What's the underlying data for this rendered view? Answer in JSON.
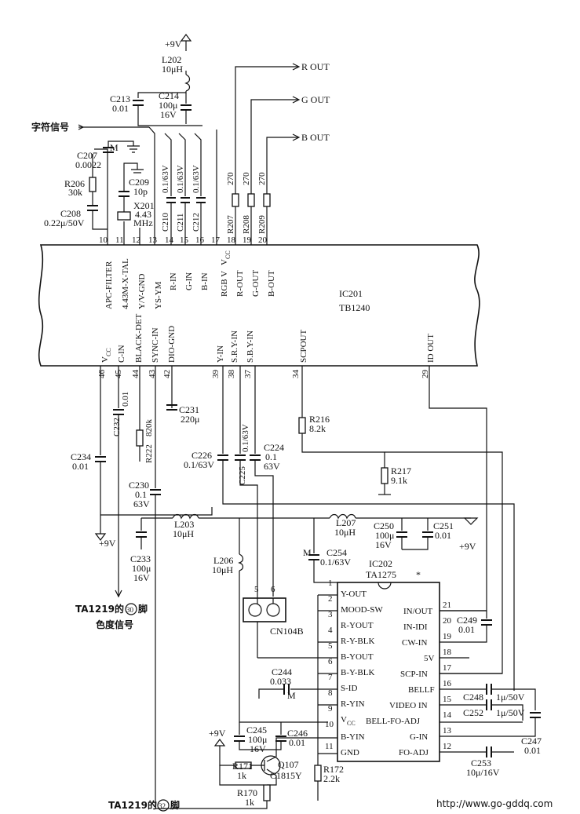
{
  "ic201": {
    "ref": "IC201",
    "part": "TB1240",
    "top_pins": [
      {
        "num": "10",
        "label": "APC-FILTER"
      },
      {
        "num": "11",
        "label": "4.43M-X-TAL"
      },
      {
        "num": "12",
        "label": "Y/V-GND"
      },
      {
        "num": "13",
        "label": "YS-YM"
      },
      {
        "num": "14",
        "label": "R-IN"
      },
      {
        "num": "15",
        "label": "G-IN"
      },
      {
        "num": "16",
        "label": "B-IN"
      },
      {
        "num": "17",
        "label": "RGB V"
      },
      {
        "num": "18",
        "label": "R-OUT"
      },
      {
        "num": "19",
        "label": "G-OUT"
      },
      {
        "num": "20",
        "label": "B-OUT"
      }
    ],
    "bottom_pins": [
      {
        "num": "46",
        "label": "V"
      },
      {
        "num": "45",
        "label": "C-IN"
      },
      {
        "num": "44",
        "label": "BLACK-DET"
      },
      {
        "num": "43",
        "label": "SYNC-IN"
      },
      {
        "num": "42",
        "label": "DIO-GND"
      },
      {
        "num": "39",
        "label": "Y-IN"
      },
      {
        "num": "38",
        "label": "S.R.Y-IN"
      },
      {
        "num": "37",
        "label": "S.B.Y-IN"
      },
      {
        "num": "34",
        "label": "SCPOUT"
      },
      {
        "num": "29",
        "label": "ID OUT"
      }
    ],
    "vcc_sub": "CC"
  },
  "ic202": {
    "ref": "IC202",
    "part": "TA1275",
    "star": "*",
    "left_pins": [
      {
        "num": "1",
        "label": "Y-OUT"
      },
      {
        "num": "2",
        "label": "MOOD-SW"
      },
      {
        "num": "3",
        "label": "R-YOUT"
      },
      {
        "num": "4",
        "label": "R-Y-BLK"
      },
      {
        "num": "5",
        "label": "B-YOUT"
      },
      {
        "num": "6",
        "label": "B-Y-BLK"
      },
      {
        "num": "7",
        "label": "S-ID"
      },
      {
        "num": "8",
        "label": "R-YIN"
      },
      {
        "num": "9",
        "label": "V"
      },
      {
        "num": "10",
        "label": "B-YIN"
      },
      {
        "num": "11",
        "label": "GND"
      }
    ],
    "right_pins": [
      {
        "num": "21",
        "label": "IN/OUT"
      },
      {
        "num": "20",
        "label": "IN-IDI"
      },
      {
        "num": "19",
        "label": "CW-IN"
      },
      {
        "num": "18",
        "label": "5V"
      },
      {
        "num": "17",
        "label": "SCP-IN"
      },
      {
        "num": "16",
        "label": "BELLF"
      },
      {
        "num": "15",
        "label": "VIDEO IN"
      },
      {
        "num": "14",
        "label": "BELL-FO-ADJ"
      },
      {
        "num": "13",
        "label": "G-IN"
      },
      {
        "num": "12",
        "label": "FO-ADJ"
      }
    ],
    "vcc_sub": "CC"
  },
  "labels": {
    "supply_top": "+9V",
    "supply_left": "+9V",
    "supply_right": "+9V",
    "supply_q": "+9V",
    "r_out": "R OUT",
    "g_out": "G OUT",
    "b_out": "B OUT",
    "char_signal": "字符信号",
    "chroma_note_1a": "TA1219的",
    "chroma_note_1b": "30",
    "chroma_note_1c": "脚",
    "chroma_note_2": "色度信号",
    "pin32_note_a": "TA1219的",
    "pin32_note_b": "32",
    "pin32_note_c": "脚",
    "m1": "M",
    "m2": "M",
    "m3": "M",
    "connector": "CN104B",
    "conn_pin5": "5",
    "conn_pin6": "6",
    "website": "http://www.go-gddq.com"
  },
  "components": {
    "L202": [
      "L202",
      "10μH"
    ],
    "C213": [
      "C213",
      "0.01"
    ],
    "C214": [
      "C214",
      "100μ",
      "16V"
    ],
    "C207": [
      "C207",
      "0.0022"
    ],
    "R206": [
      "R206",
      "30k"
    ],
    "C209": [
      "C209",
      "10p"
    ],
    "X201": [
      "X201",
      "4.43",
      "MHz"
    ],
    "C208": [
      "C208",
      "0.22μ/50V"
    ],
    "C210": [
      "C210",
      "0.1/63V"
    ],
    "C211": [
      "C211",
      "0.1/63V"
    ],
    "C212": [
      "C212",
      "0.1/63V"
    ],
    "R207": [
      "R207",
      "270"
    ],
    "R208": [
      "R208",
      "270"
    ],
    "R209": [
      "R209",
      "270"
    ],
    "C232": [
      "C232",
      "0.01"
    ],
    "C231": [
      "C231",
      "220μ"
    ],
    "R222": [
      "R222",
      "820k"
    ],
    "C234": [
      "C234",
      "0.01"
    ],
    "C230": [
      "C230",
      "0.1",
      "63V"
    ],
    "C226": [
      "C226",
      "0.1/63V"
    ],
    "C225": [
      "C225",
      "0.1/63V"
    ],
    "C224": [
      "C224",
      "0.1",
      "63V"
    ],
    "R216": [
      "R216",
      "8.2k"
    ],
    "R217": [
      "R217",
      "9.1k"
    ],
    "L203": [
      "L203",
      "10μH"
    ],
    "C233": [
      "C233",
      "100μ",
      "16V"
    ],
    "L207": [
      "L207",
      "10μH"
    ],
    "C250": [
      "C250",
      "100μ",
      "16V"
    ],
    "C251": [
      "C251",
      "0.01"
    ],
    "L206": [
      "L206",
      "10μH"
    ],
    "C254": [
      "C254",
      "0.1/63V"
    ],
    "C249": [
      "C249",
      "0.01"
    ],
    "C244": [
      "C244",
      "0.033"
    ],
    "C248": [
      "C248",
      "1μ/50V"
    ],
    "C252": [
      "C252",
      "1μ/50V"
    ],
    "C247": [
      "C247",
      "0.01"
    ],
    "C245": [
      "C245",
      "100μ",
      "16V"
    ],
    "C246": [
      "C246",
      "0.01"
    ],
    "C253": [
      "C253",
      "10μ/16V"
    ],
    "Q107": [
      "Q107",
      "C1815Y"
    ],
    "R171": [
      "R171",
      "1k"
    ],
    "R170": [
      "R170",
      "1k"
    ],
    "R172": [
      "R172",
      "2.2k"
    ]
  }
}
